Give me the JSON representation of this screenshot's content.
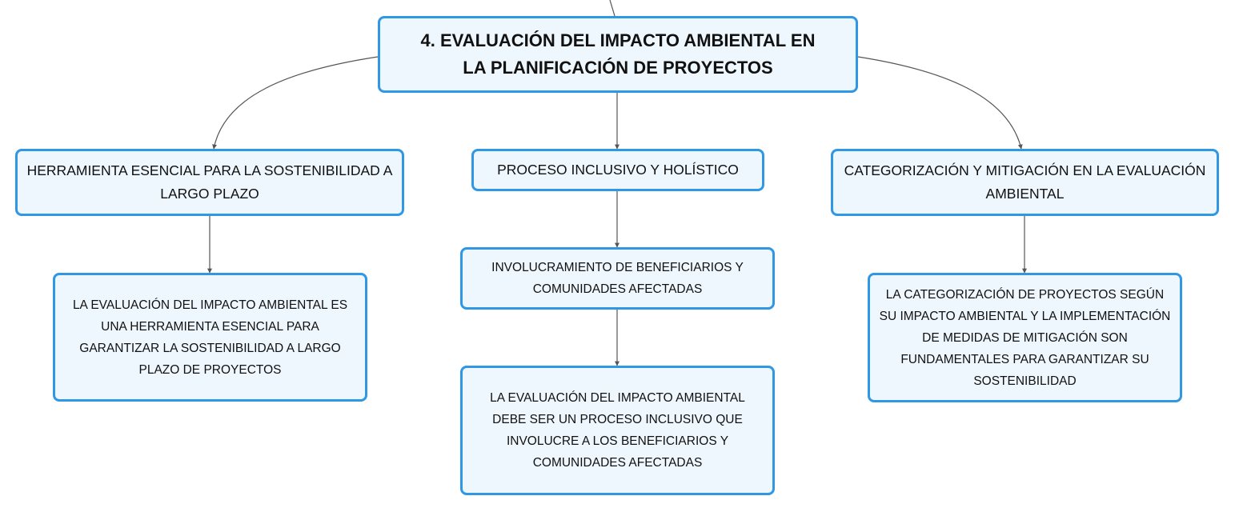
{
  "root": {
    "title": "4. EVALUACIÓN DEL IMPACTO AMBIENTAL EN LA PLANIFICACIÓN DE PROYECTOS"
  },
  "topics": [
    {
      "label": "HERRAMIENTA ESENCIAL PARA LA SOSTENIBILIDAD A LARGO PLAZO",
      "children": [
        "LA EVALUACIÓN DEL IMPACTO AMBIENTAL ES UNA HERRAMIENTA ESENCIAL PARA GARANTIZAR LA SOSTENIBILIDAD A LARGO PLAZO DE PROYECTOS"
      ]
    },
    {
      "label": "PROCESO INCLUSIVO Y HOLÍSTICO",
      "children": [
        "INVOLUCRAMIENTO DE BENEFICIARIOS Y COMUNIDADES AFECTADAS",
        "LA EVALUACIÓN DEL IMPACTO AMBIENTAL DEBE SER UN PROCESO INCLUSIVO QUE INVOLUCRE A LOS BENEFICIARIOS Y COMUNIDADES AFECTADAS"
      ]
    },
    {
      "label": "CATEGORIZACIÓN Y MITIGACIÓN EN LA EVALUACIÓN AMBIENTAL",
      "children": [
        "LA CATEGORIZACIÓN DE PROYECTOS SEGÚN SU IMPACTO AMBIENTAL Y LA IMPLEMENTACIÓN DE MEDIDAS DE MITIGACIÓN SON FUNDAMENTALES PARA GARANTIZAR SU SOSTENIBILIDAD"
      ]
    }
  ],
  "colors": {
    "node_border": "#2f97e4",
    "node_fill": "#eef7fd",
    "connector": "#555555"
  }
}
